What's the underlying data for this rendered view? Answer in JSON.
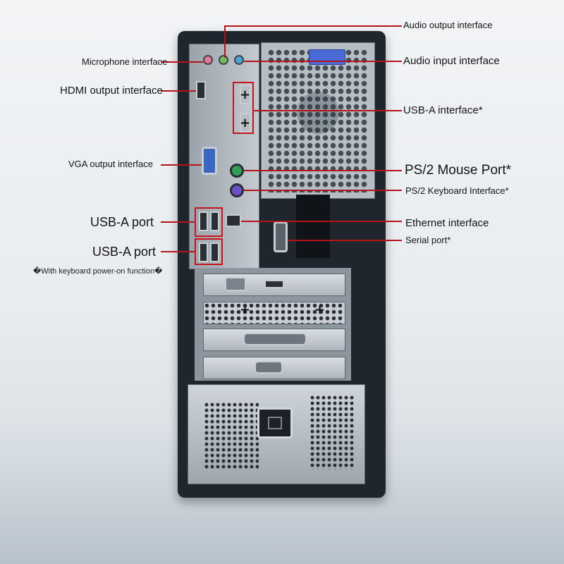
{
  "labels": {
    "audio_output": "Audio output interface",
    "microphone": "Microphone interface",
    "audio_input": "Audio input interface",
    "hdmi_output": "HDMI output interface",
    "usb_a_interface": "USB-A interface*",
    "vga_output": "VGA output interface",
    "ps2_mouse": "PS/2 Mouse Port*",
    "ps2_keyboard": "PS/2 Keyboard Interface*",
    "usb_a_port_1": "USB-A port",
    "ethernet": "Ethernet interface",
    "serial": "Serial port*",
    "usb_a_port_2": "USB-A port",
    "usb_a_port_2_note": "�With keyboard power-on function�"
  },
  "colors": {
    "callout_line": "#b5121a",
    "highlight_box": "#c8141b",
    "chassis": "#1f262e",
    "latch": "#4a6ad8",
    "vga": "#3a66c4",
    "ps2_mouse": "#2f9e57",
    "ps2_keyboard": "#6a4fc8",
    "jack_pink": "#e07aa0",
    "jack_green": "#6fbf5a",
    "jack_blue": "#4aa8d8"
  },
  "icons": {
    "plus_symbol": "+"
  }
}
